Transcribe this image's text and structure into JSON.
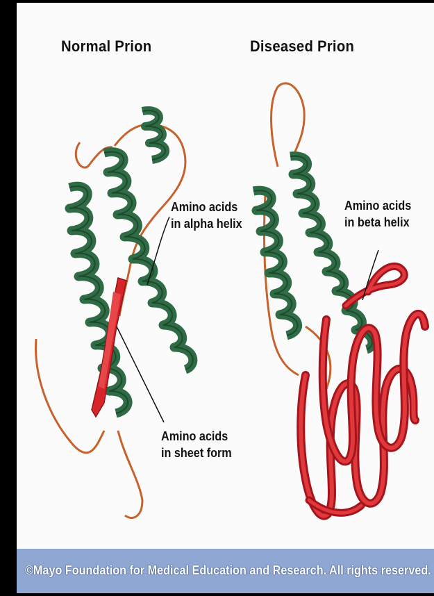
{
  "figure": {
    "left_title": "Normal Prion",
    "right_title": "Diseased Prion",
    "labels": {
      "alpha_helix": [
        "Amino acids",
        "in alpha helix"
      ],
      "sheet_form": [
        "Amino acids",
        "in sheet form"
      ],
      "beta_helix": [
        "Amino acids",
        "in beta helix"
      ]
    },
    "copyright": "©Mayo Foundation for Medical Education and Research.  All rights reserved."
  },
  "colors": {
    "helix_green": "#2f6b45",
    "helix_green_dark": "#1d4a2e",
    "coil_orange": "#c8622c",
    "sheet_red": "#d7262b",
    "footer_blue": "#8fa8d3"
  }
}
